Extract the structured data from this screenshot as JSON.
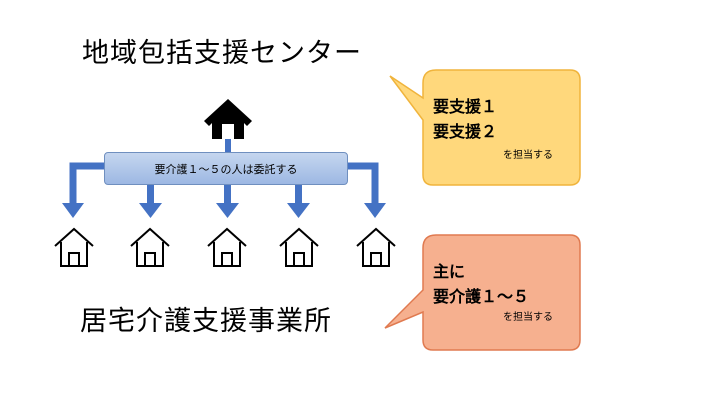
{
  "top_title": "地域包括支援センター",
  "bottom_title": "居宅介護支援事業所",
  "banner_text": "要介護１～５の人は委託する",
  "callout_top": {
    "line1": "要支援１",
    "line2": "要支援２",
    "note": "を担当する",
    "fill": "#ffd87c",
    "stroke": "#f0b43c"
  },
  "callout_bottom": {
    "line1": "主に",
    "line2": "要介護１～５",
    "note": "を担当する",
    "fill": "#f6b08f",
    "stroke": "#e07a50"
  },
  "icons": {
    "top_house": "house-solid-icon",
    "bottom_houses": "house-outline-icon",
    "arrows": "arrow-down-icon"
  },
  "colors": {
    "arrow": "#4472c4",
    "banner": "#a9c1e8"
  }
}
